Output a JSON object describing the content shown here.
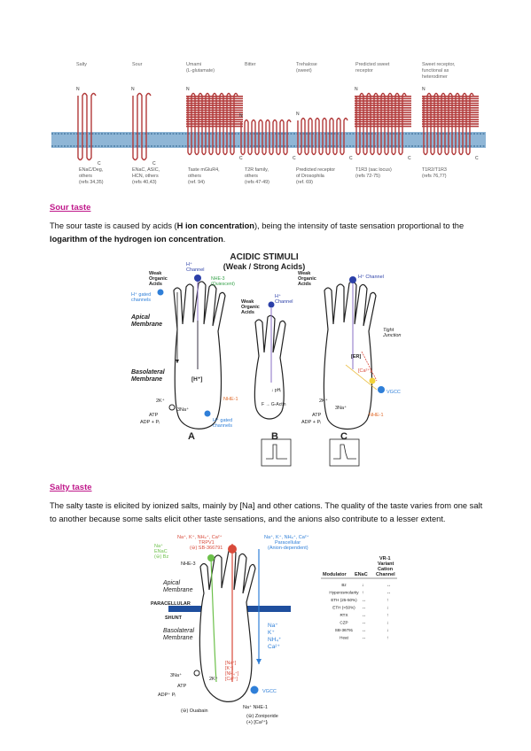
{
  "receptors": {
    "top_labels": [
      "Salty",
      "Sour",
      "Umami",
      "(L-glutamate)",
      "Bitter",
      "Trehalose",
      "(sweet)",
      "Predicted sweet",
      "receptor",
      "Sweet receptor,",
      "functional as",
      "heterodimer"
    ],
    "captions": [
      [
        "ENaC/Deg,",
        "others",
        "(refs 34,35)"
      ],
      [
        "ENaC, ASIC,",
        "HCN, others",
        "(refs 40,43)"
      ],
      [
        "Taste mGluR4,",
        "others",
        "(ref. 94)"
      ],
      [
        "T2R family,",
        "others",
        "(refs 47-49)"
      ],
      [
        "Predicted receptor",
        "of Drosophila",
        "(ref. 69)"
      ],
      [
        "T1R3 (sac locus)",
        "(refs 72-75)"
      ],
      [
        "T1R2/T1R3",
        "(refs 76,77)"
      ]
    ],
    "terminal_letters": [
      "N",
      "C"
    ]
  },
  "sour": {
    "heading": "Sour taste",
    "p1": "The sour taste is caused by acids (",
    "p1_bold": "H ion concentration",
    "p2": "), being the intensity of taste sensation proportional to the ",
    "p2_bold": "logarithm of the hydrogen ion concentration",
    "p3": "."
  },
  "acidic": {
    "title1": "ACIDIC STIMULI",
    "title2": "(Weak / Strong Acids)",
    "labels": {
      "weak_organic_acids": [
        "Weak",
        "Organic",
        "Acids"
      ],
      "h_channel": [
        "H⁺",
        "Channel"
      ],
      "nhe3": [
        "NHE-3",
        "(Quiescent)"
      ],
      "h_gated": [
        "H⁺ gated",
        "channels"
      ],
      "apical": [
        "Apical",
        "Membrane"
      ],
      "basolateral": [
        "Basolateral",
        "Membrane"
      ],
      "h_plus_box": "[H⁺]",
      "nhe1": "NHE-1",
      "h_gated_bottom": [
        "H⁺ gated",
        "channels"
      ],
      "k2": "2K⁺",
      "na3": "3Na⁺",
      "atp": "ATP",
      "adp": "ADP + Pᵢ",
      "b_center": "H⁺ Channel",
      "f_g_actin": "F → G-Actin",
      "ph": "↓ pHᵢ",
      "tight_junction": [
        "Tight",
        "Junction"
      ],
      "er": "[ER]",
      "vgcc": "VGCC",
      "ca": "[Ca²⁺]ᵢ"
    },
    "panel_letters": [
      "A",
      "B",
      "C"
    ]
  },
  "salty": {
    "heading": "Salty taste",
    "p1": "The salty taste is elicited by ionized salts, mainly by [Na] and other cations. The quality of the taste varies from one salt to another because some salts elicit other taste sensations, and the anions also contribute to a lesser extent."
  },
  "salty_fig": {
    "trpv1": [
      "Na⁺, K⁺, NH₄⁺, Ca²⁺",
      "TRPV1",
      "(⊖) SB-366791"
    ],
    "enac": [
      "Na⁺",
      "ENaC",
      "(⊖) Bz"
    ],
    "nhe3": "NHE-3",
    "paracellular": [
      "Na⁺, K⁺, NH₄⁺, Ca²⁺",
      "Paracellular",
      "(Anion-dependent)"
    ],
    "apical": [
      "Apical",
      "Membrane"
    ],
    "shunt": [
      "PARACELLULAR",
      "SHUNT"
    ],
    "basolateral": [
      "Basolateral",
      "Membrane"
    ],
    "ions_right": [
      "Na⁺",
      "K⁺",
      "NH₄⁺",
      "Ca²⁺"
    ],
    "ions_inner": [
      "[Na⁺]",
      "[K⁺]",
      "[NH₄⁺]",
      "[Ca²⁺]"
    ],
    "na3": "3Na⁺",
    "atp": "ATP",
    "adp": "ADP⁺ Pᵢ",
    "k2": "2K⁺",
    "vgcc": "VGCC",
    "nhe1": "Na⁺ NHE-1",
    "ouabain": "(⊖) Ouabain",
    "zoniporide": [
      "(⊖) Zoniporide",
      "(+) [Ca²⁺]ᵢ"
    ],
    "table": {
      "head": [
        "Modulator",
        "ENaC",
        "VR-1",
        "Variant",
        "Cation",
        "Channel"
      ],
      "rows": [
        "Bz",
        "Hyperosmolarity",
        "ETH (25-50%)",
        "ETH (>50%)",
        "RTX",
        "CZP",
        "SB-36791",
        "Heat"
      ]
    }
  }
}
